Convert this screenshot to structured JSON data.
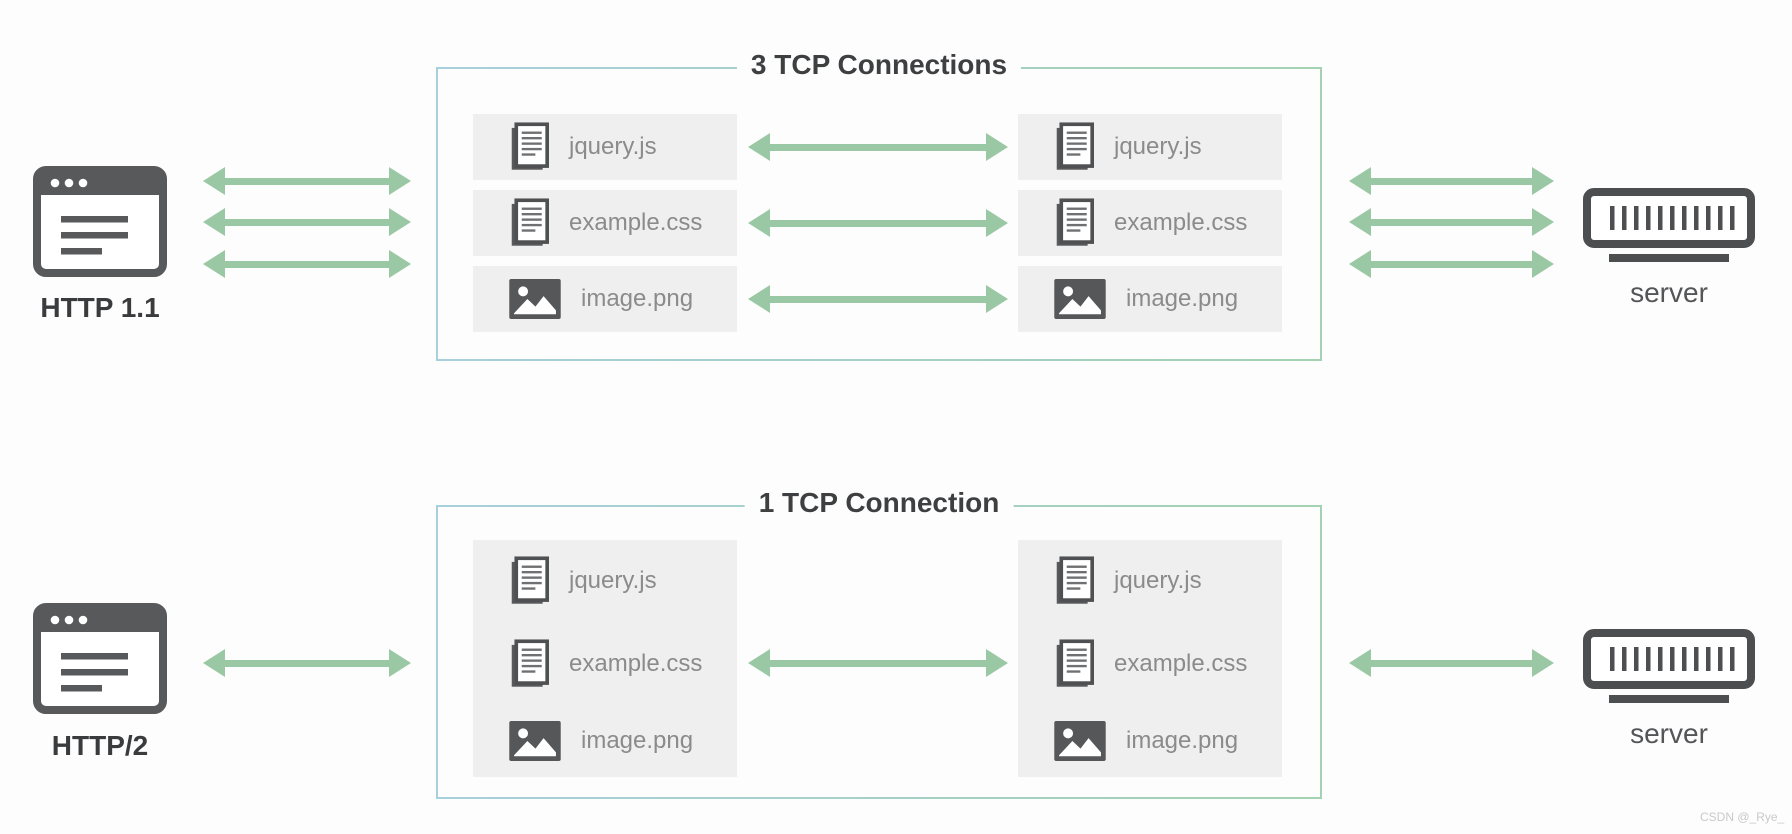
{
  "watermark": "CSDN @_Rye_",
  "colors": {
    "arrow_green": "#9bc8a4",
    "border_blue": "#a8cfdc",
    "border_green": "#a3d1b1",
    "row_background": "#efefef",
    "icon_dark": "#58595b",
    "file_text_gray": "#8b8b8b",
    "heading_dark": "#3e3f41"
  },
  "sections": [
    {
      "client_label": "HTTP 1.1",
      "connection_label": "3 TCP Connections",
      "connection_count": 3,
      "server_label": "server",
      "files": [
        {
          "name": "jquery.js",
          "type": "doc"
        },
        {
          "name": "example.css",
          "type": "doc"
        },
        {
          "name": "image.png",
          "type": "image"
        }
      ]
    },
    {
      "client_label": "HTTP/2",
      "connection_label": "1 TCP Connection",
      "connection_count": 1,
      "server_label": "server",
      "files": [
        {
          "name": "jquery.js",
          "type": "doc"
        },
        {
          "name": "example.css",
          "type": "doc"
        },
        {
          "name": "image.png",
          "type": "image"
        }
      ]
    }
  ]
}
